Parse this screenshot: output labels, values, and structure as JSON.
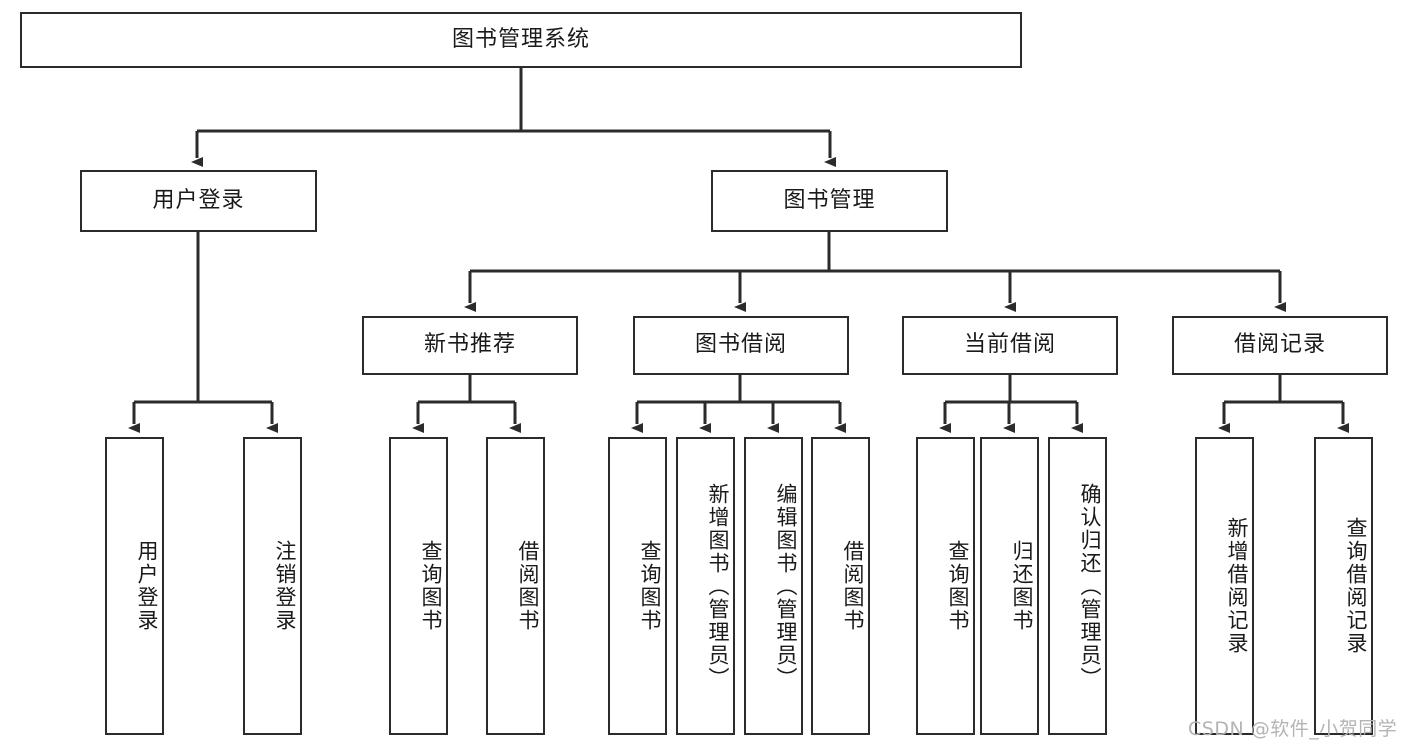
{
  "diagram": {
    "title": "图书管理系统",
    "type": "tree",
    "watermark": "CSDN @软件_小贺同学",
    "colors": {
      "stroke": "#2b2b2b",
      "fill": "#ffffff",
      "text": "#1a1a1a",
      "watermark": "#b4b4b4"
    },
    "nodes": {
      "root": {
        "label": "图书管理系统"
      },
      "level2": [
        {
          "label": "用户登录"
        },
        {
          "label": "图书管理"
        }
      ],
      "level3": [
        {
          "label": "新书推荐"
        },
        {
          "label": "图书借阅"
        },
        {
          "label": "当前借阅"
        },
        {
          "label": "借阅记录"
        }
      ],
      "leaves_user_login": [
        {
          "label": "用户登录"
        },
        {
          "label": "注销登录"
        }
      ],
      "leaves_new_book": [
        {
          "label": "查询图书"
        },
        {
          "label": "借阅图书"
        }
      ],
      "leaves_borrow": [
        {
          "label": "查询图书"
        },
        {
          "label": "新增图书（管理员）"
        },
        {
          "label": "编辑图书（管理员）"
        },
        {
          "label": "借阅图书"
        }
      ],
      "leaves_current": [
        {
          "label": "查询图书"
        },
        {
          "label": "归还图书"
        },
        {
          "label": "确认归还（管理员）"
        }
      ],
      "leaves_record": [
        {
          "label": "新增借阅记录"
        },
        {
          "label": "查询借阅记录"
        }
      ]
    }
  }
}
